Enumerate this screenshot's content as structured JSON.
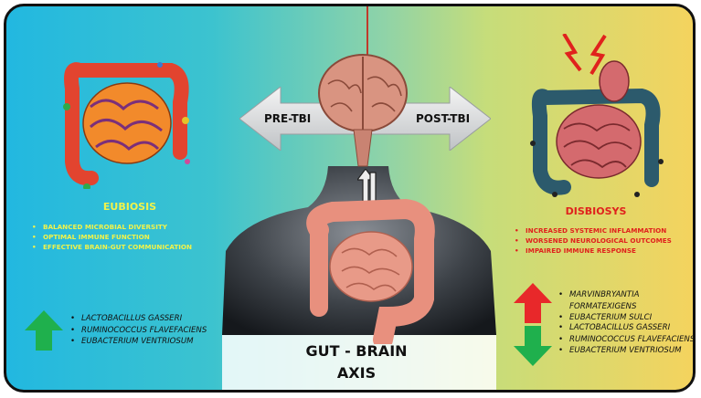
{
  "diagram": {
    "center": {
      "arrow_left_label": "PRE-TBI",
      "arrow_right_label": "POST-TBI",
      "axis_title_line1": "GUT - BRAIN",
      "axis_title_line2": "AXIS"
    },
    "left": {
      "title": "EUBIOSIS",
      "title_color": "#f1f34a",
      "points": [
        "BALANCED MICROBIAL DIVERSITY",
        "OPTIMAL IMMUNE FUNCTION",
        "EFFECTIVE BRAIN-GUT COMMUNICATION"
      ],
      "increased_bacteria": [
        "LACTOBACILLUS GASSERI",
        "RUMINOCOCCUS FLAVEFACIENS",
        "EUBACTERIUM VENTRIOSUM"
      ]
    },
    "right": {
      "title": "DISBIOSYS",
      "title_color": "#e0221d",
      "points": [
        "INCREASED SYSTEMIC INFLAMMATION",
        "WORSENED NEUROLOGICAL OUTCOMES",
        "IMPAIRED IMMUNE RESPONSE"
      ],
      "increased_bacteria": [
        "MARVINBRYANTIA FORMATEXIGENS",
        "EUBACTERIUM SULCI"
      ],
      "decreased_bacteria": [
        "LACTOBACILLUS GASSERI",
        "RUMINOCOCCUS FLAVEFACIENS",
        "EUBACTERIUM VENTRIOSUM"
      ]
    },
    "colors": {
      "up_arrow": "#1fb04d",
      "down_arrow": "#1fb04d",
      "up_arrow_red": "#e8282a"
    }
  }
}
